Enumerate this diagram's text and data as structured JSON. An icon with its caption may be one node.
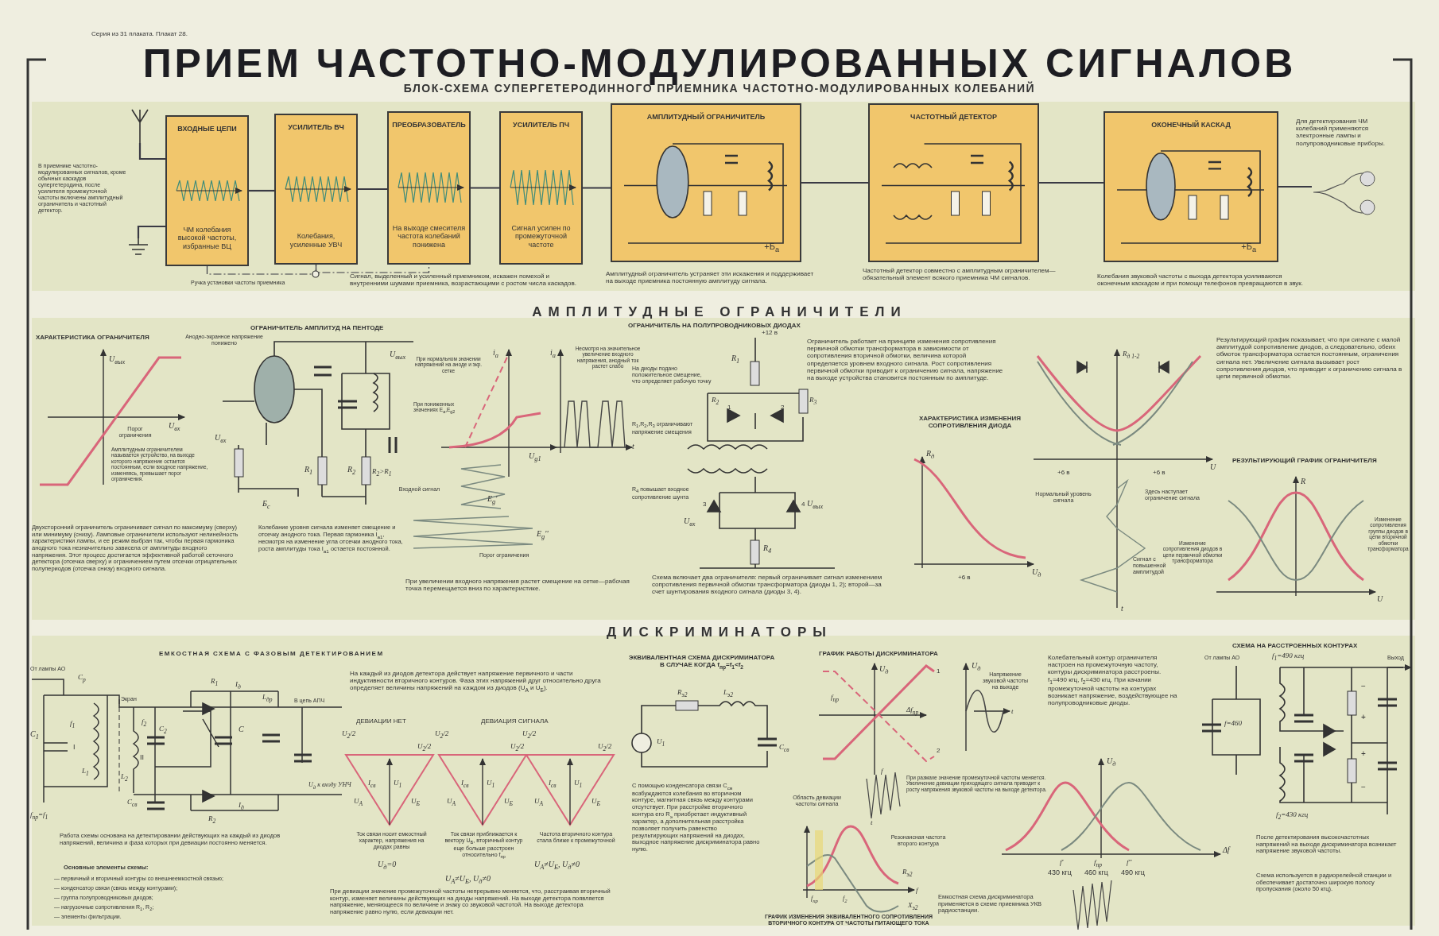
{
  "diagram": {
    "title": "ПРИЕМ ЧАСТОТНО-МОДУЛИРОВАННЫХ СИГНАЛОВ",
    "nodes": [
      {
        "text": [],
        "shape": "picture"
      },
      {
        "text": [],
        "shape": "picture"
      },
      {
        "text": [
          "ВХОДНЫЕ ЦЕПИ",
          "ЧМ колебания высокой частоты, избранные ВЦ"
        ]
      },
      {
        "text": [
          "УСИЛИТЕЛЬ ВЧ",
          "Колебания, усиленные УВЧ"
        ]
      },
      {
        "text": [
          "ПРЕОБРАЗОВАТЕЛЬ",
          "На выходе смесителя частота колебаний понижена"
        ]
      },
      {
        "text": [
          "УСИЛИТЕЛЬ ПЧ",
          "Сигнал усилен по промежуточной частоте"
        ]
      },
      {
        "text": [
          "АМПЛИТУДНЫЙ ОГРАНИЧИТЕЛЬ",
          "+Б$_{а}$"
        ],
        "beside": [
          "Амплитудный ограничитель устраняет эти искажения и поддерживает на выходе приемника постоянную амплитуду сигнала."
        ]
      },
      {
        "text": [
          "ЧАСТОТНЫЙ ДЕТЕКТОР"
        ],
        "beside": [
          "Частотный детектор совместно с амплитудным ограничителем—обязательный элемент всякого приемника ЧМ сигналов."
        ]
      },
      {
        "text": [
          "ОКОНЕЧНЫЙ КАСКАД",
          "+Б$_{а}$"
        ],
        "beside": [
          "Колебания звуковой частоты с выхода детектора усиливаются оконечным каскадом и при помощи телефонов превращаются в звук."
        ]
      },
      {
        "text": [],
        "shape": "picture"
      }
    ],
    "edges": [
      {
        "from": 0,
        "to": 2,
        "arrow": "none"
      },
      {
        "from": 1,
        "to": 2,
        "arrow": "none"
      },
      {
        "from": 2,
        "to": 3,
        "arrow": "none"
      },
      {
        "from": 3,
        "to": 4,
        "arrow": "none"
      },
      {
        "from": 4,
        "to": 5,
        "arrow": "none"
      },
      {
        "from": 5,
        "to": 6,
        "arrow": "none"
      },
      {
        "from": 6,
        "to": 7,
        "arrow": "none"
      },
      {
        "from": 7,
        "to": 8,
        "arrow": "none"
      },
      {
        "from": 8,
        "to": 9,
        "arrow": "none"
      },
      {
        "from": 2,
        "to": 3,
        "arrow": "none",
        "style": "dashed"
      },
      {
        "from": 3,
        "to": 4,
        "arrow": "none",
        "style": "dashed"
      }
    ],
    "labels": [
      "Серия из 31 плаката. Плакат 28.",
      "БЛОК-СХЕМА СУПЕРГЕТЕРОДИННОГО ПРИЕМНИКА ЧАСТОТНО-МОДУЛИРОВАННЫХ КОЛЕБАНИЙ",
      "В приемнике частотно-модулированных сигналов, кроме обычных каскадов супергетеродина, после усилителя промежуточной частоты включены амплитудный ограничитель и частотный детектор.",
      "Ручка установки частоты приемника",
      "Сигнал, выделенный и усиленный приемником, искажен помехой и внутренними шумами приемника, возрастающими с ростом числа каскадов.",
      "Для детектирования ЧМ колебаний применяются электронные лампы и полупроводниковые приборы.",
      "АМПЛИТУДНЫЕ ОГРАНИЧИТЕЛИ",
      "ХАРАКТЕРИСТИКА ОГРАНИЧИТЕЛЯ",
      "U$_{вых}$",
      "U$_{вх}$",
      "Порог ограничения",
      "Амплитудным ограничителем называется устройство, на выходе которого напряжение остается постоянным, если входное напряжение, изменяясь, превышает порог ограничения.",
      "Двухсторонний ограничитель ограничивает сигнал по максимуму (сверху) или минимуму (снизу). Ламповые ограничители используют нелинейность характеристики лампы, и ее режим выбран так, чтобы первая гармоника анодного тока незначительно зависела от амплитуды входного напряжения. Этот процесс достигается эффективной работой сеточного детектора (отсечка сверху) и ограничением путем отсечки отрицательных полупериодов (отсечка снизу) входного сигнала.",
      "ОГРАНИЧИТЕЛЬ АМПЛИТУД НА ПЕНТОДЕ",
      "Анодно-экранное напряжение понижено",
      "U$_{вых}$",
      "U$_{вх}$",
      "R$_{1}$",
      "R$_{2}$",
      "R$_{2}$>R$_{1}$",
      "Б$_{c}$",
      "Колебание уровня сигнала изменяет смещение и отсечку анодного тока. Первая гармоника I$_{a1}$, несмотря на изменение угла отсечки анодного тока, роста амплитуды тока I$_{a1}$ остается постоянной.",
      "i$_{a}$",
      "При нормальном значении напряжений на аноде и экр. сетке",
      "При пониженных значениях E$_{a}$,E$_{g2}$",
      "U$_{g1}$",
      "Входной сигнал",
      "E$_{g}$'",
      "E$_{g}$''",
      "Порог ограничения",
      "i$_{a}$",
      "Несмотря на значительное увеличение входного напряжения, анодный ток растет слабо",
      "t",
      "При увеличении входного напряжения растет смещение на сетке—рабочая точка перемещается вниз по характеристике.",
      "ОГРАНИЧИТЕЛЬ НА ПОЛУПРОВОДНИКОВЫХ ДИОДАХ",
      "+12 в",
      "R$_{1}$",
      "На диоды подано положительное смещение, что определяет рабочую точку",
      "R$_{2}$",
      "1",
      "2",
      "R$_{3}$",
      "R$_{1}$,R$_{2}$,R$_{3}$ ограничивают напряжение смещения",
      "R$_{4}$ повышает входное сопротивление шунта",
      "3",
      "4",
      "U$_{вх}$",
      "U$_{вых}$",
      "R$_{4}$",
      "Схема включает два ограничителя: первый ограничивает сигнал изменением сопротивления первичной обмотки трансформатора (диоды 1, 2); второй—за счет шунтирования входного сигнала (диоды 3, 4).",
      "Ограничитель работает на принципе изменения сопротивления первичной обмотки трансформатора в зависимости от сопротивления вторичной обмотки, величина которой определяется уровнем входного сигнала. Рост сопротивления первичной обмотки приводит к ограничению сигнала, напряжение на выходе устройства становится постоянным по амплитуде.",
      "ХАРАКТЕРИСТИКА ИЗМЕНЕНИЯ СОПРОТИВЛЕНИЯ ДИОДА",
      "R$_{д}$",
      "U$_{д}$",
      "+6 в",
      "R$_{д 1-2}$",
      "U",
      "+6 в",
      "+6 в",
      "Нормальный уровень сигнала",
      "Здесь наступает ограничение сигнала",
      "Сигнал с повышенной амплитудой",
      "t",
      "Результирующий график показывает, что при сигнале с малой амплитудой сопротивление диодов, а следовательно, обеих обмоток трансформатора остается постоянным, ограничения сигнала нет. Увеличение сигнала вызывает рост сопротивления диодов, что приводит к ограничению сигнала в цепи первичной обмотки.",
      "РЕЗУЛЬТИРУЮЩИЙ ГРАФИК ОГРАНИЧИТЕЛЯ",
      "R",
      "Изменение сопротивления диодов в цепи первичной обмотки трансформатора",
      "Изменение сопротивления группы диодов в цепи вторичной обмотки трансформатора",
      "U",
      "ДИСКРИМИНАТОРЫ",
      "ЕМКОСТНАЯ СХЕМА С ФАЗОВЫМ ДЕТЕКТИРОВАНИЕМ",
      "От лампы АО",
      "C$_{р}$",
      "Экран",
      "C$_{1}$",
      "f$_{1}$",
      "I",
      "L$_{1}$",
      "f$_{2}$",
      "II",
      "L$_{2}$",
      "C$_{2}$",
      "C",
      "R$_{1}$",
      "I$_{д}$",
      "L$_{др}$",
      "В цепь АПЧ",
      "U$_{д}$ к входу УНЧ",
      "C$_{св}$",
      "R$_{2}$",
      "I$_{д}$",
      "f$_{пр}$=f$_{1}$",
      "Работа схемы основана на детектировании действующих на каждый из диодов напряжений, величина и фаза которых при девиации постоянно меняется.",
      "Основные элементы схемы:",
      "— первичный и вторичный контуры со внешнеемкостной связью;",
      "— конденсатор связи (связь между контурами);",
      "— группа полупроводниковых диодов;",
      "— нагрузочные сопротивления R$_{1}$, R$_{2}$;",
      "— элементы фильтрации.",
      "На каждый из диодов детектора действует напряжение первичного и части индуктивности вторичного контуров. Фаза этих напряжений друг относительно друга определяет величины напряжений на каждом из диодов (U$_{А}$ и U$_{Б}$).",
      "ДЕВИАЦИИ НЕТ",
      "ДЕВИАЦИЯ СИГНАЛА",
      "U$_{2}$/2",
      "U$_{2}$/2",
      "I$_{св}$",
      "U$_{1}$",
      "U$_{А}$",
      "U$_{Б}$",
      "U$_{2}$/2",
      "U$_{2}$/2",
      "I$_{св}$",
      "U$_{1}$",
      "U$_{А}$",
      "U$_{Б}$",
      "U$_{2}$/2",
      "U$_{2}$/2",
      "I$_{св}$",
      "U$_{1}$",
      "U$_{А}$",
      "U$_{Б}$",
      "Ток связи носит емкостный характер, напряжения на диодах равны",
      "U$_{д}$=0",
      "Ток связи приближается к вектору U$_{Б}$, вторичный контур еще больше расстроен относительно f$_{пр}$",
      "U$_{А}$≠U$_{Б}$, U$_{д}$≠0",
      "Частота вторичного контура стала ближе к промежуточной",
      "U$_{А}$≠U$_{Б}$, U$_{д}$≠0",
      "При девиации значение промежуточной частоты непрерывно меняется, что, расстраивая вторичный контур, изменяет величины действующих на диоды напряжений. На выходе детектора появляется напряжение, меняющееся по величине и знаку со звуковой частотой. На выходе детектора напряжение равно нулю, если девиации нет.",
      "ЭКВИВАЛЕНТНАЯ СХЕМА ДИСКРИМИНАТОРА В СЛУЧАЕ КОГДА f$_{пр}$=f$_{1}$<f$_{2}$",
      "R$_{э2}$",
      "L$_{э2}$",
      "U$_{1}$",
      "C$_{св}$",
      "С помощью конденсатора связи C$_{св}$ возбуждаются колебания во вторичном контуре, магнитная связь между контурами отсутствует. При расстройке вторичного контура его R$_{э}$ приобретает индуктивный характер, а дополнительная расстройка позволяет получить равенство результирующих напряжений на диодах, выходное напряжение дискриминатора равно нулю.",
      "ГРАФИК РАБОТЫ ДИСКРИМИНАТОРА",
      "U$_{д}$",
      "1",
      "f$_{пр}$",
      "Δf$_{пр}$",
      "2",
      "f",
      "U$_{д}$",
      "Напряжение звуковой частоты на выходе",
      "t",
      "t",
      "При размахе значение промежуточной частоты меняется. Увеличение девиации приходящего сигнала приводит к росту напряжения звуковой частоты на выходе детектора.",
      "Область девиации частоты сигнала",
      "Резонансная частота второго контура",
      "R$_{э2}$",
      "X$_{э2}$",
      "f$_{пр}$",
      "f$_{2}$",
      "f",
      "ГРАФИК ИЗМЕНЕНИЯ ЭКВИВАЛЕНТНОГО СОПРОТИВЛЕНИЯ ВТОРИЧНОГО КОНТУРА ОТ ЧАСТОТЫ ПИТАЮЩЕГО ТОКА",
      "Колебательный контур ограничителя настроен на промежуточную частоту, контуры дискриминатора расстроены. f$_{1}$=490 кгц, f$_{2}$=430 кгц. При качании промежуточной частоты на контурах возникает напряжение, воздействующее на полупроводниковые диоды.",
      "U$_{д}$",
      "Δf",
      "f'",
      "430 кгц",
      "f$_{пр}$",
      "460 кгц",
      "f''",
      "490 кгц",
      "Емкостная схема дискриминатора применяется в схеме приемника УКВ радиостанции.",
      "СХЕМА НА РАССТРОЕННЫХ КОНТУРАХ",
      "От лампы АО",
      "f$_{1}$=490 кгц",
      "Выход",
      "f=460",
      "−",
      "+",
      "+",
      "−",
      "f$_{2}$=430 кгц",
      "После детектирования высокочастотных напряжений на выходе дискриминатора возникает напряжение звуковой частоты.",
      "Схема используется в радиорелейной станции и обеспечивает достаточно широкую полосу пропускания (около 50 кгц)."
    ]
  }
}
